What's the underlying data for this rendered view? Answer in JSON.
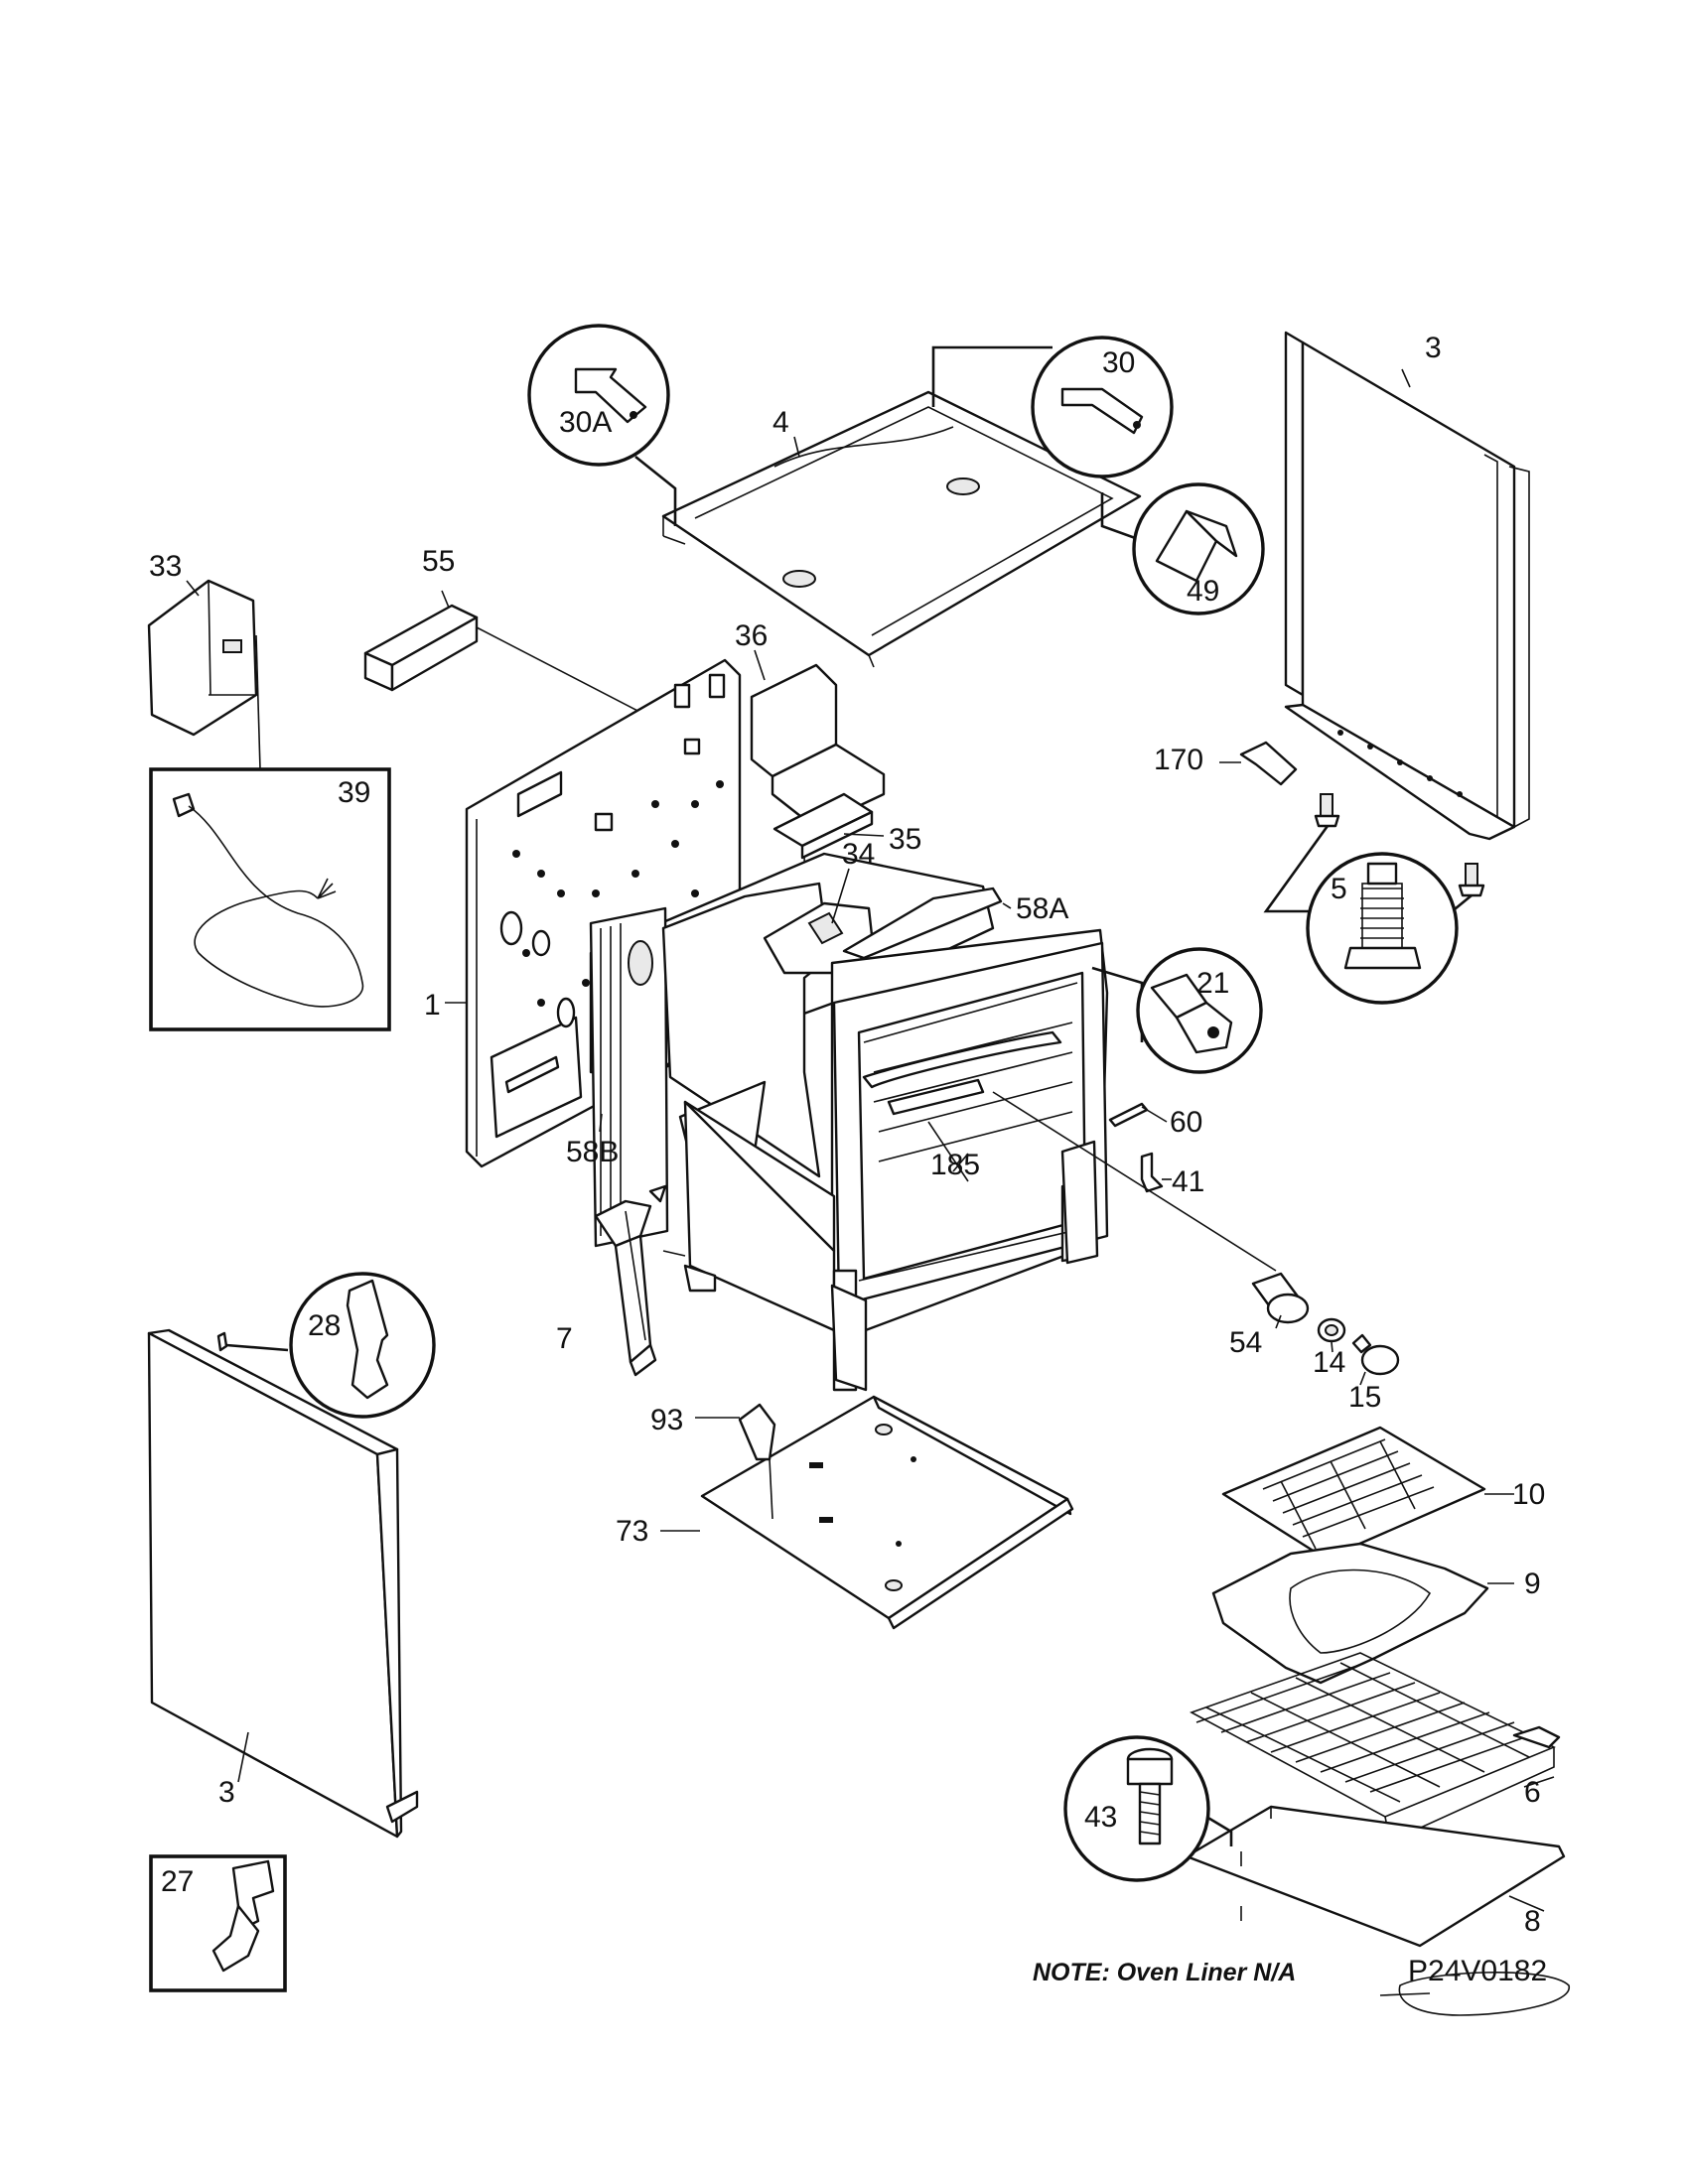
{
  "diagram": {
    "labels": {
      "p1": "1",
      "p3_top": "3",
      "p3_bottom": "3",
      "p4": "4",
      "p5": "5",
      "p6": "6",
      "p7": "7",
      "p8": "8",
      "p9": "9",
      "p10": "10",
      "p14": "14",
      "p15": "15",
      "p21": "21",
      "p27": "27",
      "p28": "28",
      "p30": "30",
      "p30a": "30A",
      "p33": "33",
      "p34": "34",
      "p35": "35",
      "p36": "36",
      "p39": "39",
      "p41": "41",
      "p43": "43",
      "p49": "49",
      "p54": "54",
      "p55": "55",
      "p58a": "58A",
      "p58b": "58B",
      "p60": "60",
      "p73": "73",
      "p93": "93",
      "p170": "170",
      "p185": "185"
    },
    "note": "NOTE: Oven Liner N/A",
    "drawing_code": "P24V0182"
  }
}
